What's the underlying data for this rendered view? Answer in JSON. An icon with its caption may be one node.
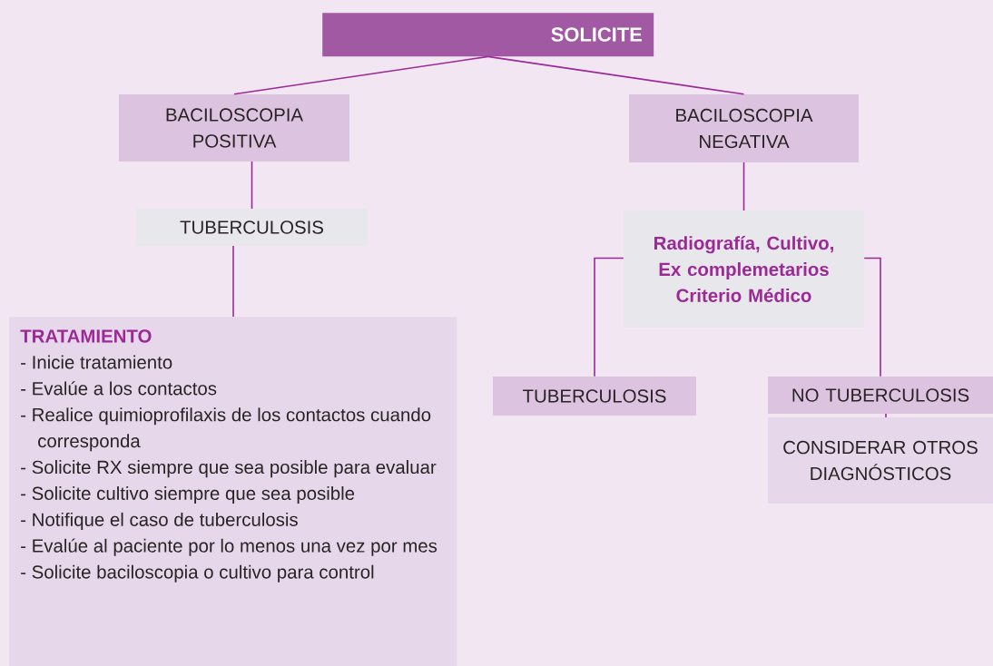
{
  "diagram": {
    "nodes": [
      {
        "text": [
          "SOLICITE"
        ]
      },
      {
        "text": [
          "BACILOSCOPIA POSITIVA"
        ]
      },
      {
        "text": [
          "BACILOSCOPIA NEGATIVA"
        ]
      },
      {
        "text": [
          "TUBERCULOSIS"
        ]
      },
      {
        "text": [
          "Radiografía, Cultivo, Ex complemetarios Criterio Médico"
        ]
      },
      {
        "text": [
          "TRATAMIENTO",
          "- Inicie tratamiento",
          "- Evalúe a los contactos",
          "- Realice quimioprofilaxis de los contactos cuando corresponda",
          "- Solicite RX siempre que sea posible para evaluar",
          "- Solicite cultivo siempre que sea posible",
          "- Notifique el caso de tuberculosis",
          "- Evalúe al paciente por lo menos una vez por mes",
          "- Solicite baciloscopia o cultivo para control"
        ]
      },
      {
        "text": [
          "TUBERCULOSIS"
        ]
      },
      {
        "text": [
          "NO TUBERCULOSIS"
        ]
      },
      {
        "text": [
          "CONSIDERAR OTROS DIAGNÓSTICOS"
        ]
      }
    ],
    "edges": [
      {
        "from": 0,
        "to": 1,
        "arrow": "none"
      },
      {
        "from": 0,
        "to": 2,
        "arrow": "none"
      },
      {
        "from": 1,
        "to": 3,
        "arrow": "none"
      },
      {
        "from": 3,
        "to": 5,
        "arrow": "none"
      },
      {
        "from": 2,
        "to": 4,
        "arrow": "none"
      },
      {
        "from": 4,
        "to": 6,
        "arrow": "none"
      },
      {
        "from": 4,
        "to": 7,
        "arrow": "none"
      },
      {
        "from": 7,
        "to": 8,
        "arrow": "none"
      }
    ]
  }
}
